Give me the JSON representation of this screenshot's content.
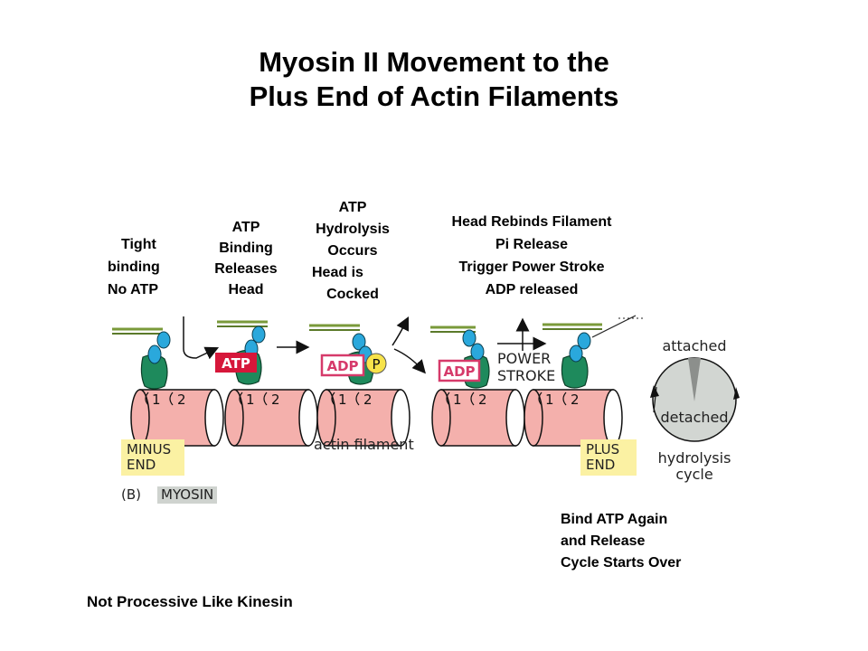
{
  "title": {
    "line1": "Myosin II Movement to the",
    "line2": "Plus End of Actin Filaments"
  },
  "steps": {
    "tight": [
      "Tight",
      "binding",
      "No ATP"
    ],
    "atp_binding": [
      "ATP",
      "Binding",
      "Releases",
      "Head"
    ],
    "hydrolysis": [
      "ATP",
      "Hydrolysis",
      "Occurs",
      "Head is",
      "Cocked"
    ],
    "rebinds": [
      "Head Rebinds Filament",
      "Pi Release",
      "Trigger Power Stroke",
      "ADP released"
    ]
  },
  "figure": {
    "atp_tag": "ATP",
    "adp_tag_1": "ADP",
    "p_tag": "P",
    "adp_tag_2": "ADP",
    "power_stroke": [
      "POWER",
      "STROKE"
    ],
    "actin_filament": "actin filament",
    "minus_end": [
      "MINUS",
      "END"
    ],
    "plus_end": [
      "PLUS",
      "END"
    ],
    "panel_letter": "(B)",
    "myosin": "MYOSIN",
    "subunit_1": "1",
    "subunit_2": "2",
    "cycle": {
      "attached": "attached",
      "detached": "detached",
      "caption": [
        "hydrolysis",
        "cycle"
      ]
    }
  },
  "notes": {
    "bind_again": [
      "Bind ATP Again",
      "and Release",
      "Cycle Starts Over"
    ],
    "not_processive": "Not Processive Like Kinesin"
  },
  "colors": {
    "actin": "#f4b0ac",
    "myosin_head": "#1e8a5c",
    "myosin_neck": "#2aa8dc",
    "atp_red": "#d6173a",
    "adp_pink": "#d63a6a",
    "p_yellow": "#f7e34a",
    "cycle_gray": "#d2d6d2",
    "box_yellow": "#fbf1a3",
    "box_gray": "#cfd3cf"
  }
}
